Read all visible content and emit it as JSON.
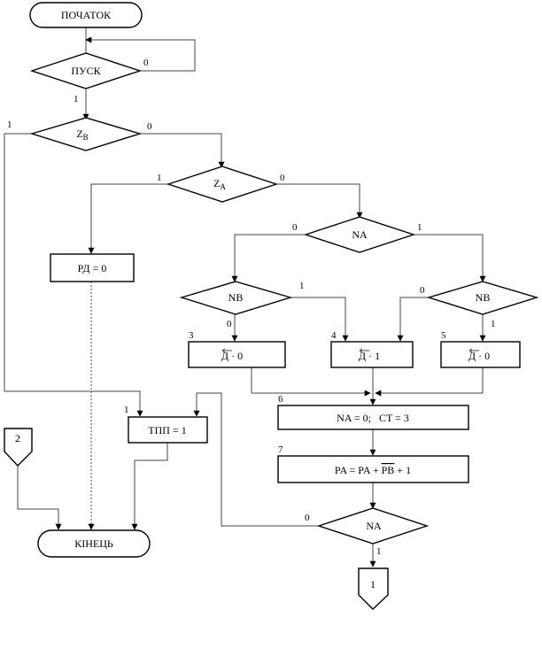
{
  "diagram": {
    "start": "ПОЧАТОК",
    "end": "КІНЕЦЬ",
    "decisions": {
      "pusk": "ПУСК",
      "zb": {
        "main": "Z",
        "sub": "B"
      },
      "za": {
        "main": "Z",
        "sub": "A"
      },
      "na": "NA",
      "nb_left": "NB",
      "nb_right": "NB",
      "na_bottom": "NA"
    },
    "processes": {
      "rd": "РД = 0",
      "tpp": "ТПП = 1",
      "d3": {
        "op": "Д",
        "val": "· 0"
      },
      "d4": {
        "op": "Д",
        "val": "· 1"
      },
      "d5": {
        "op": "Д",
        "val": "· 0"
      },
      "b6": "NA = 0;   CT = 3",
      "b7": {
        "prefix": "PA = PA + ",
        "over": "PB",
        "suffix": " + 1"
      }
    },
    "connectors": {
      "c2": "2",
      "c1": "1"
    },
    "edge_labels": {
      "pusk_no": "0",
      "pusk_yes": "1",
      "zb_yes": "1",
      "zb_no": "0",
      "za_yes": "1",
      "za_no": "0",
      "na_no": "0",
      "na_yes": "1",
      "nbl_yes": "1",
      "nbl_no": "0",
      "nbr_no": "0",
      "nbr_yes": "1",
      "tpp_in": "1",
      "nab_no": "0",
      "nab_yes": "1"
    },
    "block_numbers": {
      "n3": "3",
      "n4": "4",
      "n5": "5",
      "n6": "6",
      "n7": "7"
    }
  }
}
